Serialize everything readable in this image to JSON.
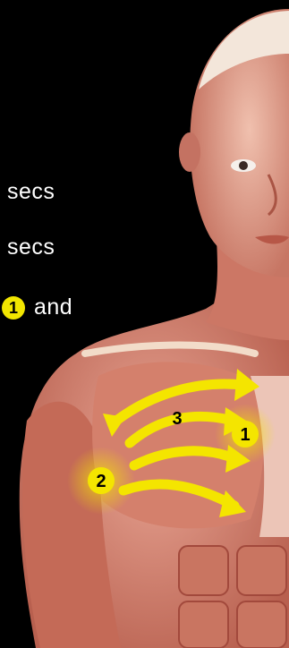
{
  "instructions": {
    "line1": "secs",
    "line2": "secs",
    "line3_badge": "1",
    "line3_text": "and"
  },
  "markers": {
    "m1": "1",
    "m2": "2",
    "m3": "3"
  },
  "colors": {
    "background": "#000000",
    "accent_yellow": "#f4e500",
    "skin": "#d88a78",
    "muscle_dark": "#b95a4a"
  }
}
